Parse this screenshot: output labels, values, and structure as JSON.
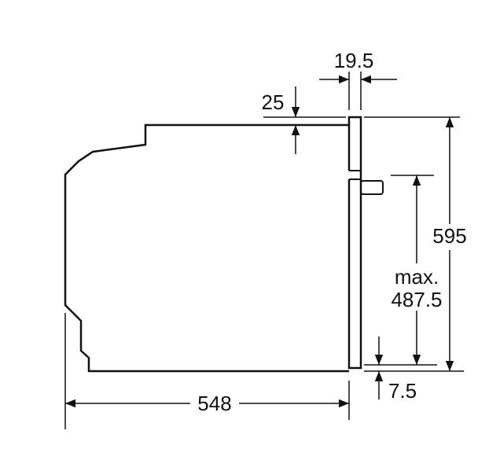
{
  "dimensions": {
    "rail_gap": "19.5",
    "top_offset": "25",
    "height_total": "595",
    "max_prefix": "max.",
    "max_value": "487.5",
    "bottom_offset": "7.5",
    "depth": "548"
  },
  "colors": {
    "line": "#111111",
    "background": "#ffffff"
  }
}
